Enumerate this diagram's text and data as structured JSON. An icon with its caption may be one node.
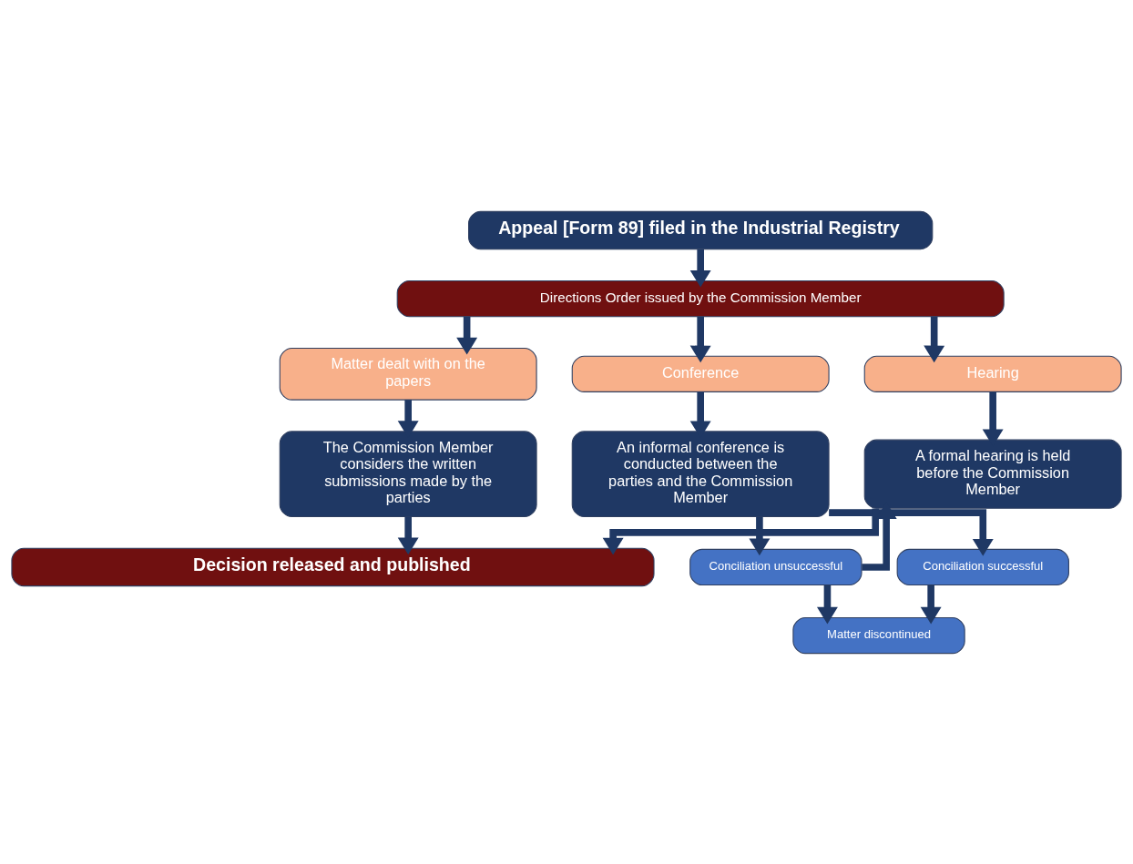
{
  "diagram": {
    "nodes": [
      {
        "text": [
          "Appeal [Form 89] filed in the Industrial Registry"
        ]
      },
      {
        "text": [
          "Directions Order issued by the Commission Member"
        ]
      },
      {
        "text": [
          "Matter dealt with on the papers"
        ]
      },
      {
        "text": [
          "Conference"
        ]
      },
      {
        "text": [
          "Hearing"
        ]
      },
      {
        "text": [
          "The Commission Member considers the written submissions made by the parties"
        ]
      },
      {
        "text": [
          "An informal conference is conducted between the parties and the Commission Member"
        ]
      },
      {
        "text": [
          "A formal hearing is held before the Commission Member"
        ]
      },
      {
        "text": [
          "Conciliation successful"
        ]
      },
      {
        "text": [
          "Conciliation unsuccessful"
        ]
      },
      {
        "text": [
          "Matter discontinued"
        ]
      },
      {
        "text": [
          "Decision released and published"
        ]
      }
    ],
    "edges": [
      {
        "from": 0,
        "to": 1,
        "arrow": "to"
      },
      {
        "from": 1,
        "to": 2,
        "arrow": "to"
      },
      {
        "from": 1,
        "to": 3,
        "arrow": "to"
      },
      {
        "from": 1,
        "to": 4,
        "arrow": "to"
      },
      {
        "from": 2,
        "to": 5,
        "arrow": "to"
      },
      {
        "from": 3,
        "to": 6,
        "arrow": "to"
      },
      {
        "from": 4,
        "to": 7,
        "arrow": "to"
      },
      {
        "from": 6,
        "to": 8,
        "arrow": "to"
      },
      {
        "from": 6,
        "to": 9,
        "arrow": "to"
      },
      {
        "from": 8,
        "to": 10,
        "arrow": "to"
      },
      {
        "from": 9,
        "to": 7,
        "arrow": "to"
      },
      {
        "from": 9,
        "to": 10,
        "arrow": "to"
      },
      {
        "from": 5,
        "to": 11,
        "arrow": "to"
      },
      {
        "from": 7,
        "to": 11,
        "arrow": "to"
      }
    ]
  }
}
